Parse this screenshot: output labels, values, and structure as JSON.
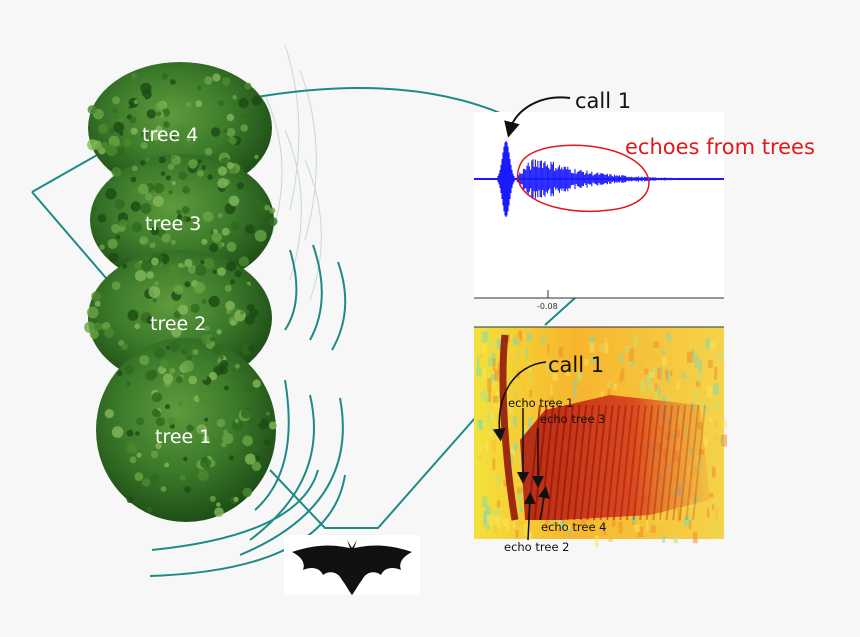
{
  "trees": [
    {
      "label": "tree 4"
    },
    {
      "label": "tree 3"
    },
    {
      "label": "tree 2"
    },
    {
      "label": "tree 1"
    }
  ],
  "waveform": {
    "call_label": "call 1",
    "echoes_label": "echoes from trees",
    "axis_tick": "-0.08",
    "trace_color": "#1a1aff",
    "annotation_color": "#e0191b"
  },
  "spectrogram": {
    "call_label": "call 1",
    "echo_labels": [
      "echo tree 1",
      "echo tree 3",
      "echo tree 4",
      "echo tree 2"
    ]
  },
  "colors": {
    "foliage": "#2f6b22",
    "beam": "#1e8a85",
    "bat": "#111111"
  }
}
